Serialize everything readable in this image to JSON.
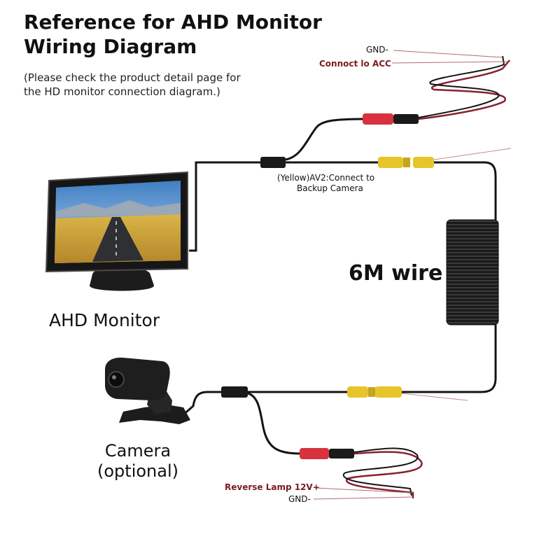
{
  "title_line1": "Reference for AHD Monitor",
  "title_line2": "Wiring Diagram",
  "subtitle_line1": "(Please check the product detail page for",
  "subtitle_line2": "the HD monitor connection diagram.)",
  "labels": {
    "gnd_top": "GND-",
    "acc": "Connoct lo ACC",
    "av2_line1": "(Yellow)AV2:Connect to",
    "av2_line2": "Backup Camera",
    "wire": "6M wire",
    "monitor": "AHD Monitor",
    "camera_line1": "Camera",
    "camera_line2": "(optional)",
    "reverse": "Reverse Lamp 12V+",
    "gnd_bottom": "GND-"
  },
  "colors": {
    "wire_black": "#141414",
    "wire_red": "#8a2030",
    "connector_red": "#d8323e",
    "connector_yellow": "#e6c52a",
    "label_red": "#7a1b22"
  }
}
